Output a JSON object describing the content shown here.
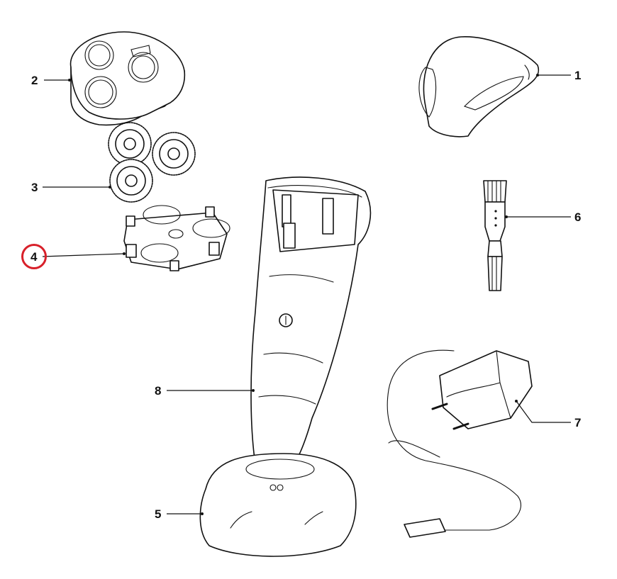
{
  "callouts": [
    {
      "id": "part-1",
      "label": "1"
    },
    {
      "id": "part-2",
      "label": "2"
    },
    {
      "id": "part-3",
      "label": "3"
    },
    {
      "id": "part-4",
      "label": "4",
      "highlighted": true
    },
    {
      "id": "part-5",
      "label": "5"
    },
    {
      "id": "part-6",
      "label": "6"
    },
    {
      "id": "part-7",
      "label": "7"
    },
    {
      "id": "part-8",
      "label": "8"
    }
  ],
  "colors": {
    "highlight_ring": "#d8202a",
    "line": "#111111"
  }
}
